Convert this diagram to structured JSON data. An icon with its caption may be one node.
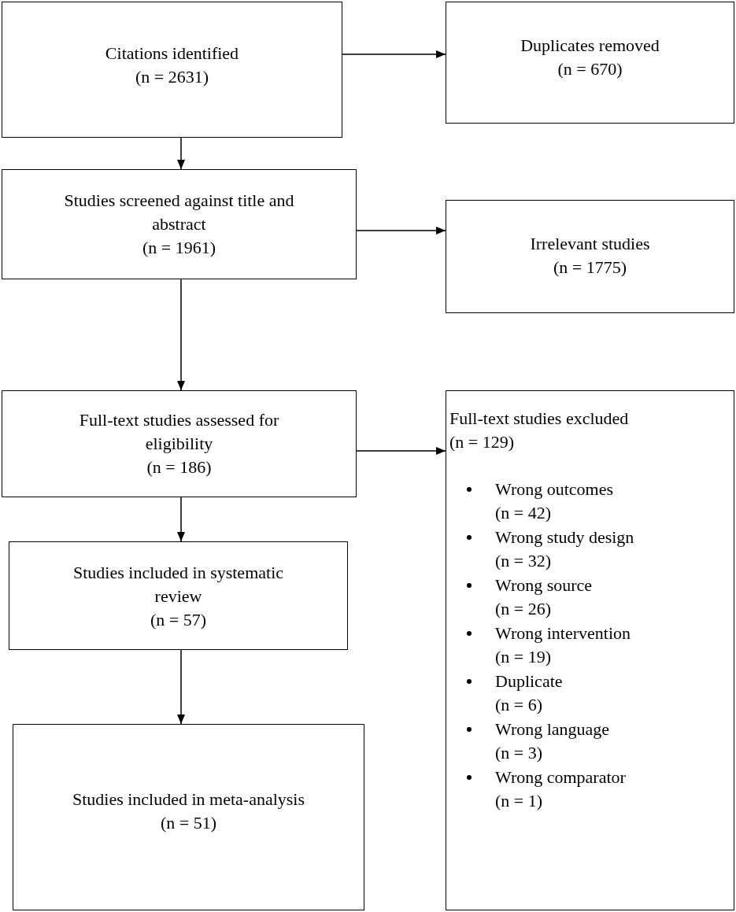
{
  "diagram": {
    "nodes": [
      {
        "text": [
          "Citations identified",
          "(n = 2631)"
        ]
      },
      {
        "text": [
          "Duplicates removed",
          "(n = 670)"
        ]
      },
      {
        "text": [
          "Studies screened against title and abstract",
          "(n = 1961)"
        ]
      },
      {
        "text": [
          "Irrelevant studies",
          "(n = 1775)"
        ]
      },
      {
        "text": [
          "Full-text studies assessed for eligibility",
          "(n = 186)"
        ]
      },
      {
        "text": [
          "Full-text studies excluded",
          "(n = 129)",
          "Wrong outcomes",
          "(n = 42)",
          "Wrong study design",
          "(n = 32)",
          "Wrong source",
          "(n = 26)",
          "Wrong intervention",
          "(n = 19)",
          "Duplicate",
          "(n = 6)",
          "Wrong language",
          "(n = 3)",
          "Wrong comparator",
          "(n = 1)"
        ]
      },
      {
        "text": [
          "Studies included in systematic review",
          "(n = 57)"
        ]
      },
      {
        "text": [
          "Studies included in meta-analysis",
          "(n = 51)"
        ]
      }
    ],
    "edges": [
      {
        "from": 0,
        "to": 1,
        "arrow": "to"
      },
      {
        "from": 0,
        "to": 2,
        "arrow": "to"
      },
      {
        "from": 2,
        "to": 3,
        "arrow": "to"
      },
      {
        "from": 2,
        "to": 4,
        "arrow": "to"
      },
      {
        "from": 4,
        "to": 5,
        "arrow": "to"
      },
      {
        "from": 4,
        "to": 6,
        "arrow": "to"
      },
      {
        "from": 6,
        "to": 7,
        "arrow": "to"
      }
    ]
  }
}
